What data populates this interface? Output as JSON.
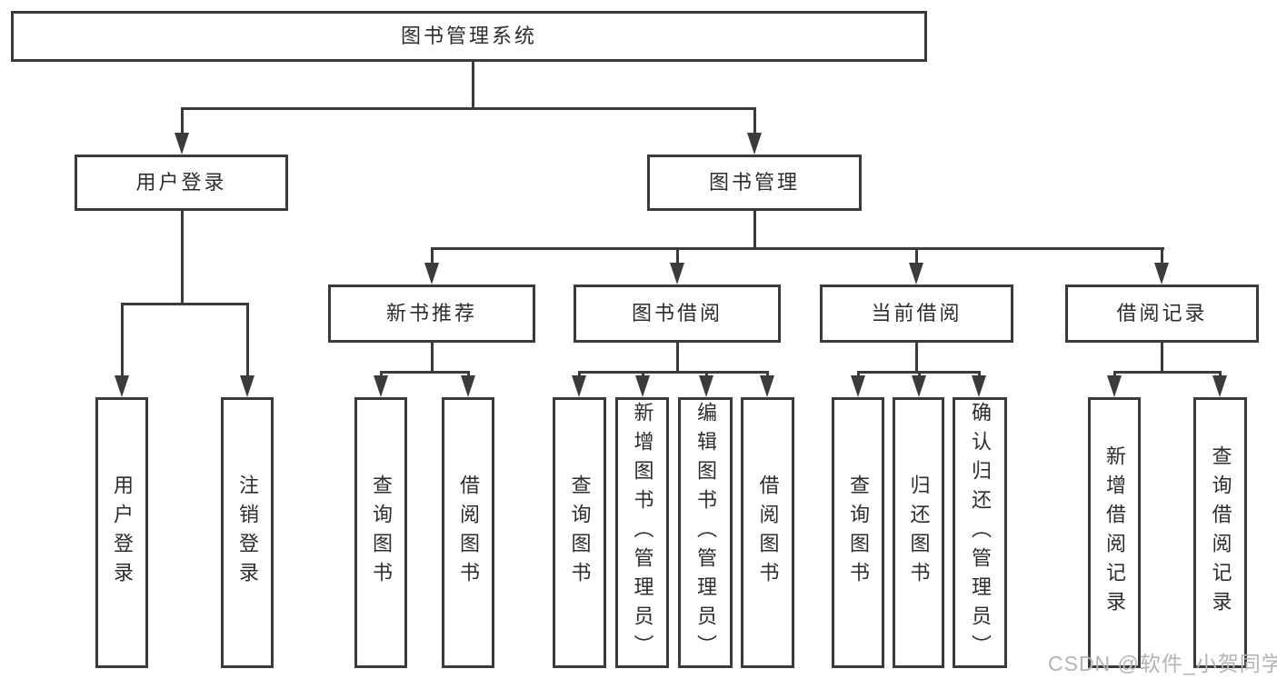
{
  "colors": {
    "line": "#3b3b3b",
    "text": "#2d2d2d",
    "watermark": "#b4b4b4",
    "background": "#ffffff"
  },
  "watermark": {
    "text": "CSDN @软件_小贺同学"
  },
  "diagram": {
    "root": {
      "label": "图书管理系统"
    },
    "branches": [
      {
        "label": "用户登录",
        "children": [
          "用户登录",
          "注销登录"
        ]
      },
      {
        "label": "图书管理",
        "sections": [
          {
            "label": "新书推荐",
            "children": [
              "查询图书",
              "借阅图书"
            ]
          },
          {
            "label": "图书借阅",
            "children": [
              "查询图书",
              "新增图书（管理员）",
              "编辑图书（管理员）",
              "借阅图书"
            ]
          },
          {
            "label": "当前借阅",
            "children": [
              "查询图书",
              "归还图书",
              "确认归还（管理员）"
            ]
          },
          {
            "label": "借阅记录",
            "children": [
              "新增借阅记录",
              "查询借阅记录"
            ]
          }
        ]
      }
    ]
  }
}
